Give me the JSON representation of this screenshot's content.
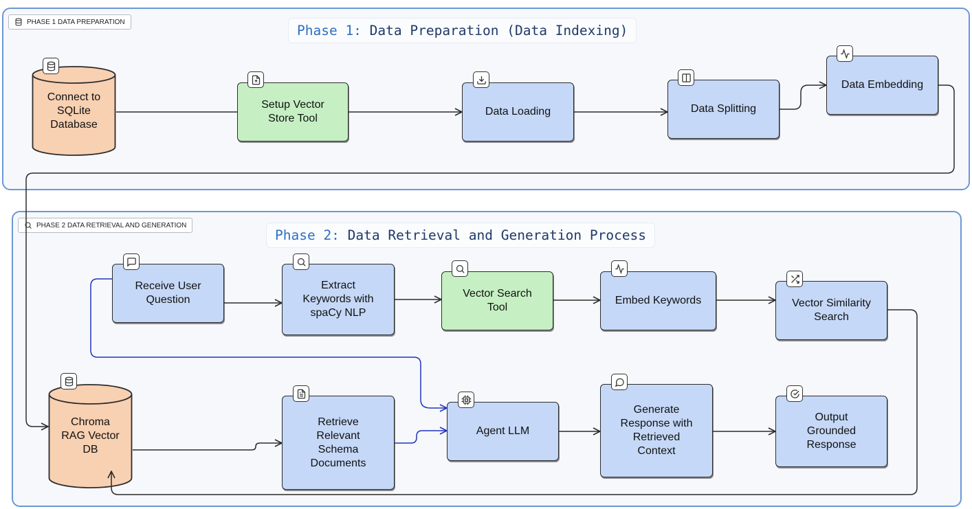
{
  "phase1": {
    "badge": "PHASE 1 DATA PREPARATION",
    "title_lead": "Phase 1:",
    "title_rest": " Data Preparation (Data Indexing)"
  },
  "phase2": {
    "badge": "PHASE 2 DATA RETRIEVAL AND GENERATION",
    "title_lead": "Phase 2:",
    "title_rest": " Data Retrieval and Generation Process"
  },
  "nodes": {
    "sqlite": "Connect to\nSQLite\nDatabase",
    "setup_vector_store": "Setup Vector\nStore Tool",
    "data_loading": "Data Loading",
    "data_splitting": "Data Splitting",
    "data_embedding": "Data Embedding",
    "receive_question": "Receive User\nQuestion",
    "extract_keywords": "Extract\nKeywords with\nspaCy NLP",
    "vector_search_tool": "Vector Search\nTool",
    "embed_keywords": "Embed Keywords",
    "vector_similarity": "Vector Similarity\nSearch",
    "chroma": "Chroma\nRAG Vector\nDB",
    "retrieve_schema": "Retrieve\nRelevant\nSchema\nDocuments",
    "agent_llm": "Agent LLM",
    "generate_response": "Generate\nResponse with\nRetrieved\nContext",
    "output_response": "Output\nGrounded\nResponse"
  },
  "colors": {
    "process_fill": "#c5d8f7",
    "tool_fill": "#c6f0c3",
    "database_fill": "#f8d0b2",
    "phase_border": "#6b97d6",
    "edge": "#2b2b2b",
    "highlight_edge": "#2233bb"
  },
  "icons": {
    "sqlite": "database-icon",
    "setup_vector_store": "file-plus-icon",
    "data_loading": "download-icon",
    "data_splitting": "columns-icon",
    "data_embedding": "activity-icon",
    "receive_question": "message-square-icon",
    "extract_keywords": "search-icon",
    "vector_search_tool": "search-icon",
    "embed_keywords": "activity-icon",
    "vector_similarity": "shuffle-icon",
    "chroma": "database-icon",
    "retrieve_schema": "file-text-icon",
    "agent_llm": "cpu-icon",
    "generate_response": "message-circle-icon",
    "output_response": "check-circle-icon"
  }
}
